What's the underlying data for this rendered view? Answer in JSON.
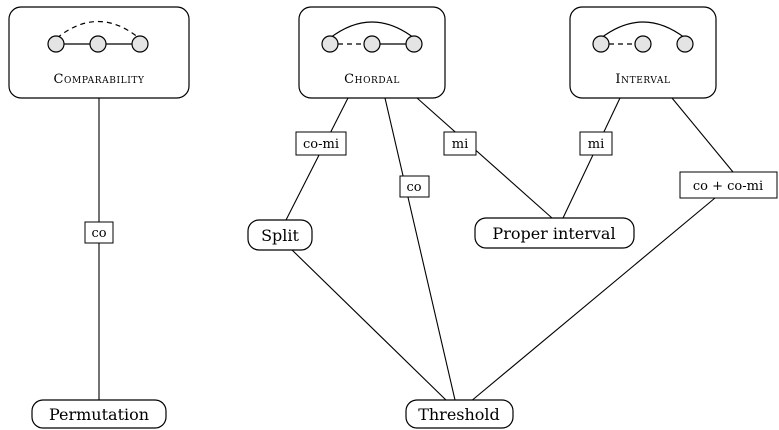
{
  "classes": {
    "comparability": "Comparability",
    "chordal": "Chordal",
    "interval": "Interval",
    "permutation": "Permutation",
    "split": "Split",
    "proper_interval": "Proper interval",
    "threshold": "Threshold"
  },
  "edge_labels": {
    "comparability_permutation": "co",
    "chordal_split": "co-mi",
    "chordal_threshold": "co",
    "chordal_proper_interval": "mi",
    "interval_proper_interval": "mi",
    "interval_threshold": "co + co-mi"
  }
}
